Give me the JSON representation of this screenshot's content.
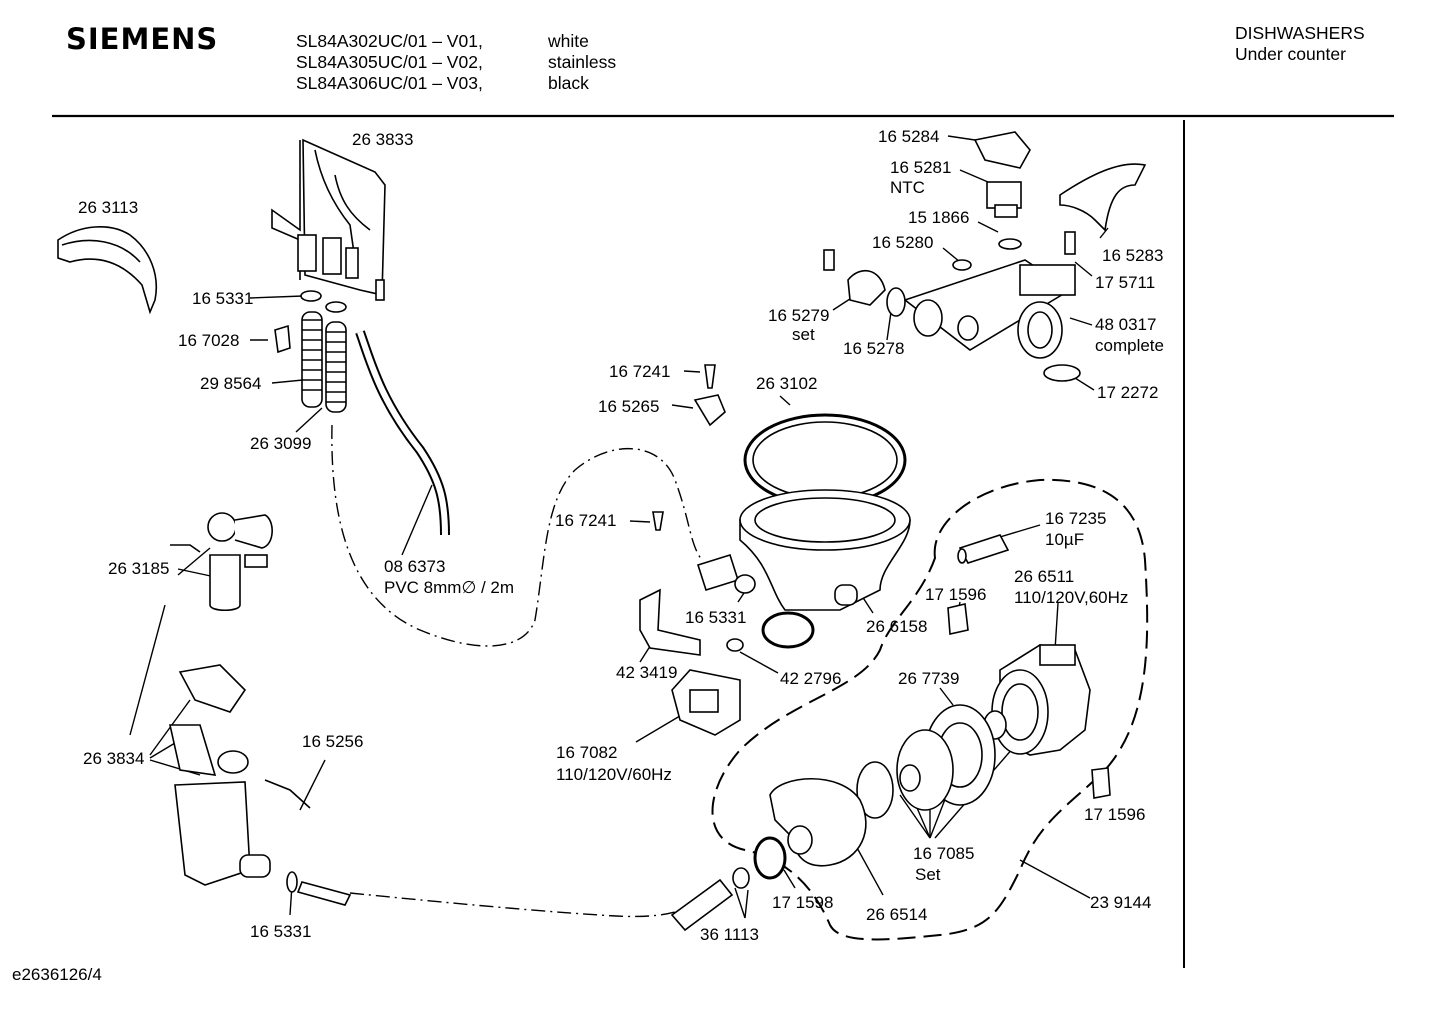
{
  "header": {
    "brand": "SIEMENS",
    "models": [
      "SL84A302UC/01 – V01,",
      "SL84A305UC/01 – V02,",
      "SL84A306UC/01 – V03,"
    ],
    "colors": [
      "white",
      "stainless",
      "black"
    ],
    "category": [
      "DISHWASHERS",
      "Under counter"
    ]
  },
  "footer": {
    "code": "e2636126/4"
  },
  "parts": {
    "p263833": "26 3833",
    "p263113": "26 3113",
    "p165331a": "16 5331",
    "p167028": "16 7028",
    "p298564": "29 8564",
    "p263099": "26 3099",
    "p086373": "08 6373",
    "p086373_desc": "PVC 8mm∅ / 2m",
    "p263185": "26 3185",
    "p263834": "26 3834",
    "p165256": "16 5256",
    "p165331b": "16 5331",
    "p165284": "16 5284",
    "p165281": "16 5281",
    "p165281_desc": "NTC",
    "p151866": "15 1866",
    "p165280": "16 5280",
    "p165283": "16 5283",
    "p175711": "17 5711",
    "p165279": "16 5279",
    "p165279_desc": "set",
    "p165278": "16 5278",
    "p480317": "48 0317",
    "p480317_desc": "complete",
    "p172272": "17 2272",
    "p167241a": "16 7241",
    "p165265": "16 5265",
    "p263102": "26 3102",
    "p167241b": "16 7241",
    "p165331c": "16 5331",
    "p266158": "26 6158",
    "p423419": "42 3419",
    "p422796": "42 2796",
    "p167082": "16 7082",
    "p167082_desc": "110/120V/60Hz",
    "p167235": "16 7235",
    "p167235_desc": "10µF",
    "p171596a": "17 1596",
    "p266511": "26 6511",
    "p266511_desc": "110/120V,60Hz",
    "p267739": "26 7739",
    "p171596b": "17 1596",
    "p167085": "16 7085",
    "p167085_desc": "Set",
    "p171598": "17 1598",
    "p266514": "26 6514",
    "p361113": "36 1113",
    "p239144": "23 9144"
  }
}
